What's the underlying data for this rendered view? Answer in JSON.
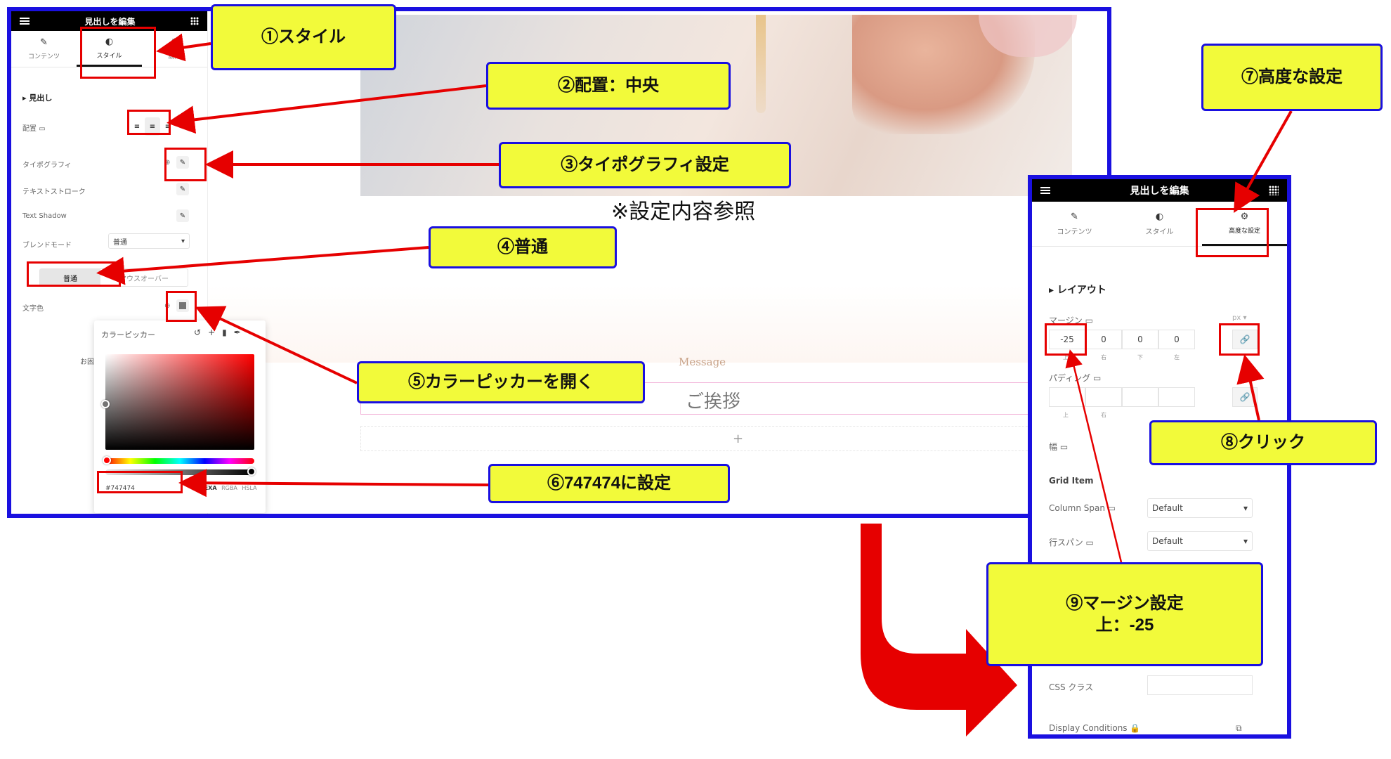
{
  "left_panel": {
    "header_title": "見出しを編集",
    "tabs": [
      {
        "label": "コンテンツ",
        "icon": "pencil-icon"
      },
      {
        "label": "スタイル",
        "icon": "half-circle-icon"
      },
      {
        "label": "設定",
        "icon": "gear-icon"
      }
    ],
    "section_title": "見出し",
    "align_label": "配置",
    "typography_label": "タイポグラフィ",
    "text_stroke_label": "テキストストローク",
    "text_shadow_label": "Text Shadow",
    "blend_mode_label": "ブレンドモード",
    "blend_mode_value": "普通",
    "state_tabs": [
      "普通",
      "マウスオーバー"
    ],
    "text_color_label": "文字色",
    "partial_label": "お困り"
  },
  "color_picker": {
    "title": "カラーピッカー",
    "hex_value": "#747474",
    "formats": [
      "HEXA",
      "RGBA",
      "HSLA"
    ]
  },
  "page": {
    "message_label": "Message",
    "greeting": "ご挨拶",
    "add_symbol": "+"
  },
  "right_panel": {
    "header_title": "見出しを編集",
    "tabs": [
      {
        "label": "コンテンツ",
        "icon": "pencil-icon"
      },
      {
        "label": "スタイル",
        "icon": "half-circle-icon"
      },
      {
        "label": "高度な設定",
        "icon": "gear-icon"
      }
    ],
    "section_title": "レイアウト",
    "margin_label": "マージン",
    "unit": "px",
    "margin_values": [
      "-25",
      "0",
      "0",
      "0"
    ],
    "margin_subs": [
      "上",
      "右",
      "下",
      "左"
    ],
    "padding_label": "パディング",
    "padding_subs": [
      "上",
      "右"
    ],
    "width_label": "幅",
    "grid_item_title": "Grid Item",
    "column_span_label": "Column Span",
    "row_span_label": "行スパン",
    "default_value": "Default",
    "css_class_label": "CSS クラス",
    "display_conditions_label": "Display Conditions"
  },
  "annotations": {
    "c1": "①スタイル",
    "c2": "②配置：中央",
    "c3": "③タイポグラフィ設定",
    "c4": "④普通",
    "c5": "⑤カラーピッカーを開く",
    "c6": "⑥747474に設定",
    "c7": "⑦高度な設定",
    "c8": "⑧クリック",
    "c9": "⑨マージン設定\n上：-25",
    "note": "※設定内容参照"
  },
  "colors": {
    "frame_border": "#1a10e0",
    "callout_fill": "#f2fa3a",
    "highlight_red": "#e60000",
    "picked_color": "#747474"
  }
}
